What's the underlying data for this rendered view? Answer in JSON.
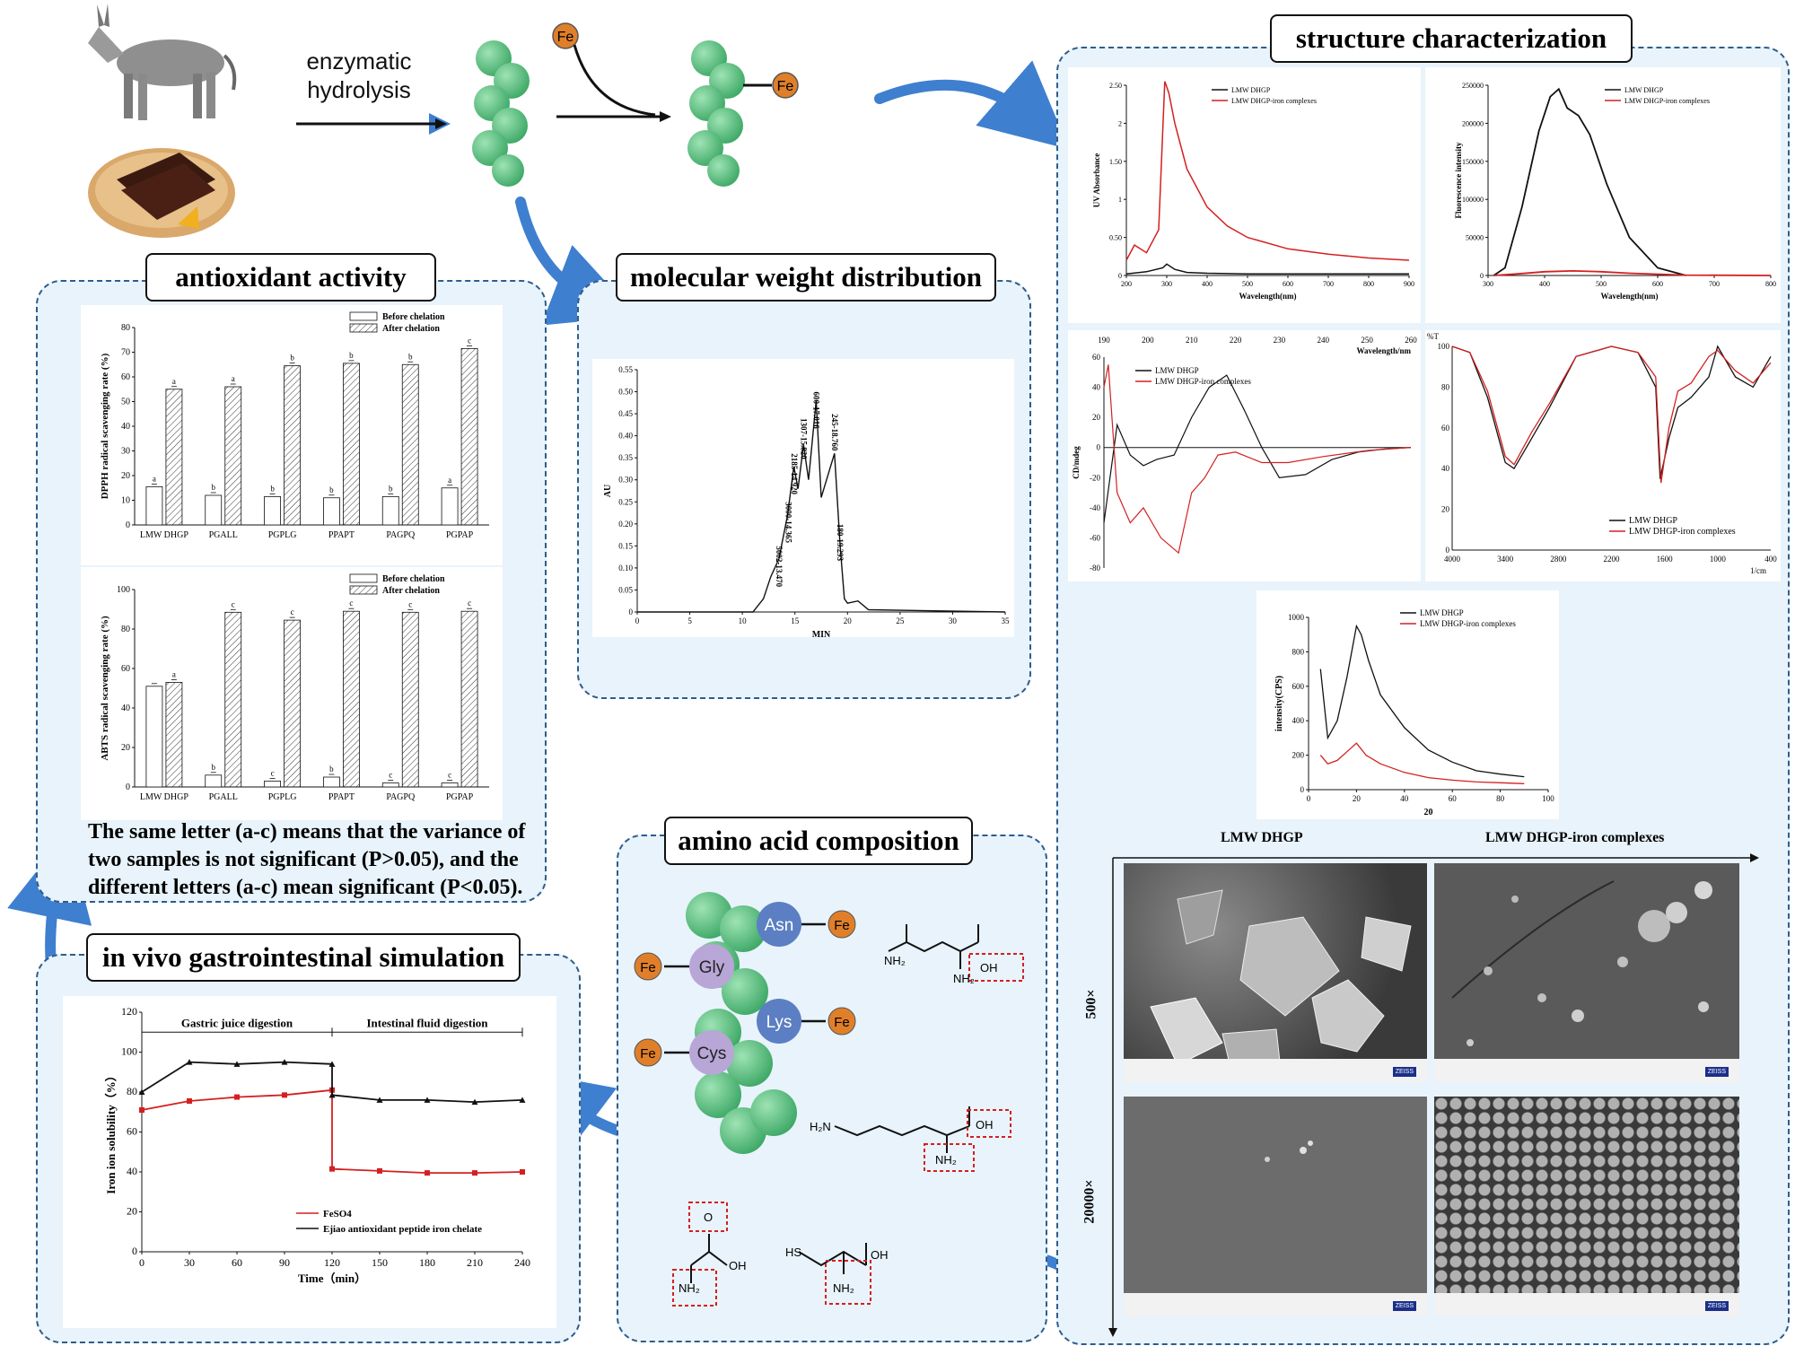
{
  "top": {
    "hydrolysis_label_1": "enzymatic",
    "hydrolysis_label_2": "hydrolysis",
    "fe_label": "Fe"
  },
  "panels": {
    "structure": "structure characterization",
    "antioxidant": "antioxidant activity",
    "mw": "molecular weight distribution",
    "amino": "amino acid composition",
    "gi": "in vivo gastrointestinal simulation"
  },
  "antioxidant": {
    "note": "The same letter (a-c) means that the variance of two samples is not significant (P>0.05), and the different letters (a-c) mean significant (P<0.05)."
  },
  "amino": {
    "residues": [
      "Asn",
      "Gly",
      "Lys",
      "Cys"
    ],
    "fe_label": "Fe"
  },
  "sem": {
    "col1": "LMW DHGP",
    "col2": "LMW DHGP-iron complexes",
    "row1": "500×",
    "row2": "20000×",
    "zeiss": "ZEISS"
  },
  "colors": {
    "panel_bg": "#e8f3fb",
    "panel_border": "#2f5d8a",
    "arrow": "#3f7fcf",
    "bead": "#4cbb75",
    "fe": "#e07f2a",
    "residue_blue": "#5b7fc2",
    "residue_purple": "#b8a6d6",
    "black_line": "#111111",
    "red_line": "#d42020"
  },
  "chart_data": [
    {
      "type": "bar",
      "title": "",
      "ylabel": "DPPH radical scavenging rate (%)",
      "ylim": [
        0,
        80
      ],
      "yticks": [
        0,
        10,
        20,
        30,
        40,
        50,
        60,
        70,
        80
      ],
      "categories": [
        "LMW DHGP",
        "PGALL",
        "PGPLG",
        "PPAPT",
        "PAGPQ",
        "PGPAP"
      ],
      "series": [
        {
          "name": "Before chelation",
          "values": [
            15.5,
            12,
            11.5,
            11,
            11.5,
            15
          ],
          "letters": [
            "a",
            "b",
            "b",
            "b",
            "b",
            "a"
          ]
        },
        {
          "name": "After chelation",
          "values": [
            55,
            56,
            64.5,
            65.5,
            65,
            71.5
          ],
          "letters": [
            "a",
            "a",
            "b",
            "b",
            "b",
            "c"
          ]
        }
      ]
    },
    {
      "type": "bar",
      "title": "",
      "ylabel": "ABTS radical scavenging rate (%)",
      "ylim": [
        0,
        100
      ],
      "yticks": [
        0,
        20,
        40,
        60,
        80,
        100
      ],
      "categories": [
        "LMW DHGP",
        "PGALL",
        "PGPLG",
        "PPAPT",
        "PAGPQ",
        "PGPAP"
      ],
      "series": [
        {
          "name": "Before chelation",
          "values": [
            51,
            6,
            3,
            5,
            2,
            2
          ],
          "letters": [
            "",
            "b",
            "c",
            "b",
            "c",
            "c"
          ]
        },
        {
          "name": "After chelation",
          "values": [
            53,
            88.5,
            84.5,
            89,
            88.5,
            89
          ],
          "letters": [
            "a",
            "c",
            "c",
            "c",
            "c",
            "c"
          ]
        }
      ]
    },
    {
      "type": "line",
      "title": "",
      "xlabel": "MIN",
      "ylabel": "AU",
      "xlim": [
        0,
        35
      ],
      "ylim": [
        0,
        0.55
      ],
      "xticks": [
        0,
        5,
        10,
        15,
        20,
        25,
        30,
        35
      ],
      "yticks": [
        0.0,
        0.05,
        0.1,
        0.15,
        0.2,
        0.25,
        0.3,
        0.35,
        0.4,
        0.45,
        0.5,
        0.55
      ],
      "x": [
        0,
        11,
        12,
        12.7,
        13.47,
        14.3,
        14.9,
        15.3,
        15.82,
        16.3,
        17.02,
        17.5,
        18.76,
        19.3,
        19.7,
        20.0,
        21.0,
        22.0,
        35
      ],
      "y": [
        0,
        0,
        0.03,
        0.08,
        0.12,
        0.22,
        0.33,
        0.28,
        0.38,
        0.3,
        0.48,
        0.26,
        0.36,
        0.15,
        0.03,
        0.02,
        0.025,
        0.005,
        0
      ],
      "annotations": [
        "5002-13.470",
        "3000-14.365",
        "2185-14.920",
        "1307-15.820",
        "600-17.016",
        "245-18.760",
        "180-19.293"
      ]
    },
    {
      "type": "line",
      "title": "",
      "xlabel": "Wavelength(nm)",
      "ylabel": "UV Absorbance",
      "xlim": [
        200,
        900
      ],
      "ylim": [
        0,
        2.5
      ],
      "xticks": [
        200,
        300,
        400,
        500,
        600,
        700,
        800,
        900
      ],
      "yticks": [
        0.0,
        0.5,
        1.0,
        1.5,
        2.0,
        2.5
      ],
      "series": [
        {
          "name": "LMW DHGP",
          "x": [
            200,
            250,
            290,
            300,
            320,
            350,
            400,
            500,
            600,
            700,
            800,
            900
          ],
          "y": [
            0.02,
            0.05,
            0.1,
            0.15,
            0.08,
            0.04,
            0.03,
            0.02,
            0.02,
            0.02,
            0.02,
            0.02
          ]
        },
        {
          "name": "LMW DHGP-iron complexes",
          "x": [
            200,
            220,
            250,
            280,
            295,
            305,
            320,
            350,
            400,
            450,
            500,
            600,
            700,
            800,
            900
          ],
          "y": [
            0.2,
            0.4,
            0.3,
            0.6,
            2.55,
            2.4,
            2.0,
            1.4,
            0.9,
            0.65,
            0.5,
            0.35,
            0.28,
            0.23,
            0.2
          ]
        }
      ]
    },
    {
      "type": "line",
      "title": "",
      "xlabel": "Wavelength(nm)",
      "ylabel": "Fluorescence intensity",
      "xlim": [
        300,
        800
      ],
      "ylim": [
        0,
        250000
      ],
      "xticks": [
        300,
        400,
        500,
        600,
        700,
        800
      ],
      "yticks": [
        0,
        50000,
        100000,
        150000,
        200000,
        250000
      ],
      "series": [
        {
          "name": "LMW DHGP",
          "x": [
            310,
            330,
            360,
            390,
            410,
            425,
            440,
            460,
            480,
            510,
            550,
            600,
            650
          ],
          "y": [
            0,
            10000,
            90000,
            190000,
            235000,
            245000,
            220000,
            210000,
            185000,
            120000,
            50000,
            10000,
            0
          ]
        },
        {
          "name": "LMW DHGP-iron complexes",
          "x": [
            310,
            350,
            400,
            450,
            500,
            550,
            650,
            800
          ],
          "y": [
            0,
            2000,
            5000,
            6000,
            5000,
            3000,
            500,
            0
          ]
        }
      ]
    },
    {
      "type": "line",
      "title": "",
      "xlabel": "Wavelength/nm",
      "ylabel": "CD/mdeg",
      "xlim": [
        190,
        260
      ],
      "ylim": [
        -80,
        60
      ],
      "xticks": [
        190,
        200,
        210,
        220,
        230,
        240,
        250,
        260
      ],
      "yticks": [
        -80,
        -60,
        -40,
        -20,
        0,
        20,
        40,
        60
      ],
      "series": [
        {
          "name": "LMW DHGP",
          "x": [
            190,
            193,
            196,
            199,
            202,
            206,
            210,
            214,
            218,
            222,
            226,
            230,
            236,
            242,
            248,
            254,
            260
          ],
          "y": [
            -50,
            15,
            -5,
            -12,
            -8,
            -5,
            20,
            40,
            48,
            25,
            0,
            -20,
            -18,
            -8,
            -3,
            -1,
            0
          ]
        },
        {
          "name": "LMW DHGP-iron complexes",
          "x": [
            190,
            191,
            193,
            196,
            199,
            203,
            207,
            210,
            213,
            216,
            220,
            226,
            232,
            240,
            250,
            260
          ],
          "y": [
            40,
            55,
            -30,
            -50,
            -40,
            -60,
            -70,
            -30,
            -20,
            -5,
            -3,
            -10,
            -10,
            -6,
            -2,
            0
          ]
        }
      ]
    },
    {
      "type": "line",
      "title": "",
      "xlabel": "1/cm",
      "ylabel": "%T",
      "xlim": [
        4000,
        400
      ],
      "ylim": [
        0,
        100
      ],
      "xticks": [
        4000,
        3400,
        2800,
        2200,
        1600,
        1000,
        400
      ],
      "yticks": [
        0,
        20,
        40,
        60,
        80,
        100
      ],
      "series": [
        {
          "name": "LMW DHGP",
          "x": [
            4000,
            3800,
            3600,
            3400,
            3300,
            3100,
            2900,
            2600,
            2200,
            1900,
            1700,
            1650,
            1550,
            1450,
            1300,
            1100,
            1000,
            800,
            600,
            400
          ],
          "y": [
            100,
            97,
            75,
            43,
            40,
            55,
            70,
            95,
            100,
            97,
            80,
            35,
            55,
            70,
            75,
            85,
            100,
            85,
            80,
            95
          ]
        },
        {
          "name": "LMW DHGP-iron complexes",
          "x": [
            4000,
            3800,
            3600,
            3400,
            3300,
            3100,
            2900,
            2600,
            2200,
            1900,
            1700,
            1640,
            1550,
            1450,
            1300,
            1100,
            1000,
            800,
            600,
            400
          ],
          "y": [
            100,
            97,
            78,
            46,
            42,
            58,
            72,
            95,
            100,
            97,
            85,
            33,
            60,
            78,
            82,
            95,
            98,
            88,
            82,
            92
          ]
        }
      ]
    },
    {
      "type": "line",
      "title": "",
      "xlabel": "20",
      "ylabel": "intensity(CPS)",
      "xlim": [
        0,
        100
      ],
      "ylim": [
        0,
        1000
      ],
      "xticks": [
        0,
        20,
        40,
        60,
        80,
        100
      ],
      "yticks": [
        0,
        200,
        400,
        600,
        800,
        1000
      ],
      "series": [
        {
          "name": "LMW DHGP",
          "x": [
            5,
            8,
            12,
            16,
            20,
            22,
            25,
            30,
            40,
            50,
            60,
            70,
            80,
            90
          ],
          "y": [
            700,
            300,
            400,
            650,
            950,
            900,
            750,
            550,
            360,
            230,
            160,
            110,
            90,
            75
          ]
        },
        {
          "name": "LMW DHGP-iron complexes",
          "x": [
            5,
            8,
            12,
            16,
            20,
            24,
            30,
            40,
            50,
            60,
            70,
            80,
            90
          ],
          "y": [
            200,
            150,
            170,
            220,
            270,
            200,
            150,
            100,
            70,
            55,
            45,
            40,
            35
          ]
        }
      ]
    },
    {
      "type": "line",
      "title": "",
      "xlabel": "Time（min）",
      "ylabel": "Iron ion solubility（%）",
      "xlim": [
        0,
        240
      ],
      "ylim": [
        0,
        120
      ],
      "xticks": [
        0,
        30,
        60,
        90,
        120,
        150,
        180,
        210,
        240
      ],
      "yticks": [
        0,
        20,
        40,
        60,
        80,
        100,
        120
      ],
      "annotations": [
        "Gastric juice digestion",
        "Intestinal fluid digestion"
      ],
      "series": [
        {
          "name": "FeSO4",
          "x": [
            0,
            30,
            60,
            90,
            120,
            120,
            150,
            180,
            210,
            240
          ],
          "y": [
            71,
            75.5,
            77.5,
            78.5,
            81,
            41.5,
            40.5,
            39.5,
            39.5,
            40
          ]
        },
        {
          "name": "Ejiao antioxidant peptide iron chelate",
          "x": [
            0,
            30,
            60,
            90,
            120,
            120,
            150,
            180,
            210,
            240
          ],
          "y": [
            80,
            95,
            94,
            95,
            94,
            78.5,
            76,
            76,
            75,
            76
          ]
        }
      ]
    }
  ]
}
